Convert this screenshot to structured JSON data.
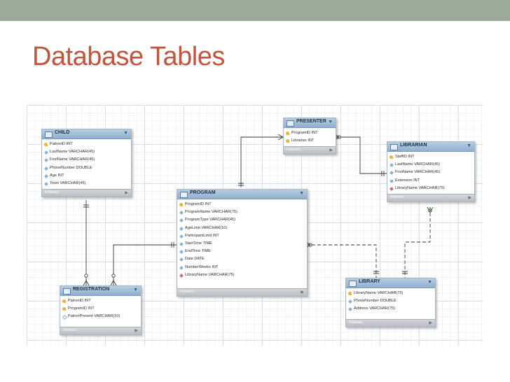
{
  "slide": {
    "title": "Database Tables"
  },
  "diagram": {
    "indexes_label": "Indexes",
    "tables": {
      "child": {
        "name": "CHILD",
        "columns": [
          {
            "icon": "key",
            "text": "PatronID INT"
          },
          {
            "icon": "col",
            "text": "LastName VARCHAR(45)"
          },
          {
            "icon": "col",
            "text": "FirstName VARCHAR(45)"
          },
          {
            "icon": "col",
            "text": "PhoneNumber DOUBLE"
          },
          {
            "icon": "col",
            "text": "Age INT"
          },
          {
            "icon": "col",
            "text": "Town VARCHAR(45)"
          }
        ]
      },
      "presenter": {
        "name": "PRESENTER",
        "columns": [
          {
            "icon": "key",
            "text": "ProgramID INT"
          },
          {
            "icon": "key",
            "text": "Librarian INT"
          }
        ]
      },
      "librarian": {
        "name": "LIBRARIAN",
        "columns": [
          {
            "icon": "key",
            "text": "StaffID INT"
          },
          {
            "icon": "col",
            "text": "LastName VARCHAR(45)"
          },
          {
            "icon": "col",
            "text": "FirstName VARCHAR(45)"
          },
          {
            "icon": "col",
            "text": "Extension INT"
          },
          {
            "icon": "fk",
            "text": "LibraryName VARCHAR(75)"
          }
        ]
      },
      "program": {
        "name": "PROGRAM",
        "columns": [
          {
            "icon": "key",
            "text": "ProgramID INT"
          },
          {
            "icon": "col",
            "text": "ProgramName VARCHAR(75)"
          },
          {
            "icon": "col",
            "text": "ProgramType VARCHAR(45)"
          },
          {
            "icon": "col",
            "text": "AgeLimit VARCHAR(10)"
          },
          {
            "icon": "col",
            "text": "ParticipantLimit INT"
          },
          {
            "icon": "col",
            "text": "StartTime TIME"
          },
          {
            "icon": "col",
            "text": "EndTime TIME"
          },
          {
            "icon": "col",
            "text": "Date DATE"
          },
          {
            "icon": "col",
            "text": "NumberWeeks INT"
          },
          {
            "icon": "fk",
            "text": "LibraryName VARCHAR(75)"
          }
        ]
      },
      "registration": {
        "name": "REGISTRATION",
        "columns": [
          {
            "icon": "key",
            "text": "PatronID INT"
          },
          {
            "icon": "key",
            "text": "ProgramID INT"
          },
          {
            "icon": "nn",
            "text": "PatronPresent VARCHAR(10)"
          }
        ]
      },
      "library": {
        "name": "LIBRARY",
        "columns": [
          {
            "icon": "key",
            "text": "LibraryName VARCHAR(75)"
          },
          {
            "icon": "col",
            "text": "PhoneNumber DOUBLE"
          },
          {
            "icon": "col",
            "text": "Address VARCHAR(75)"
          }
        ]
      }
    }
  }
}
